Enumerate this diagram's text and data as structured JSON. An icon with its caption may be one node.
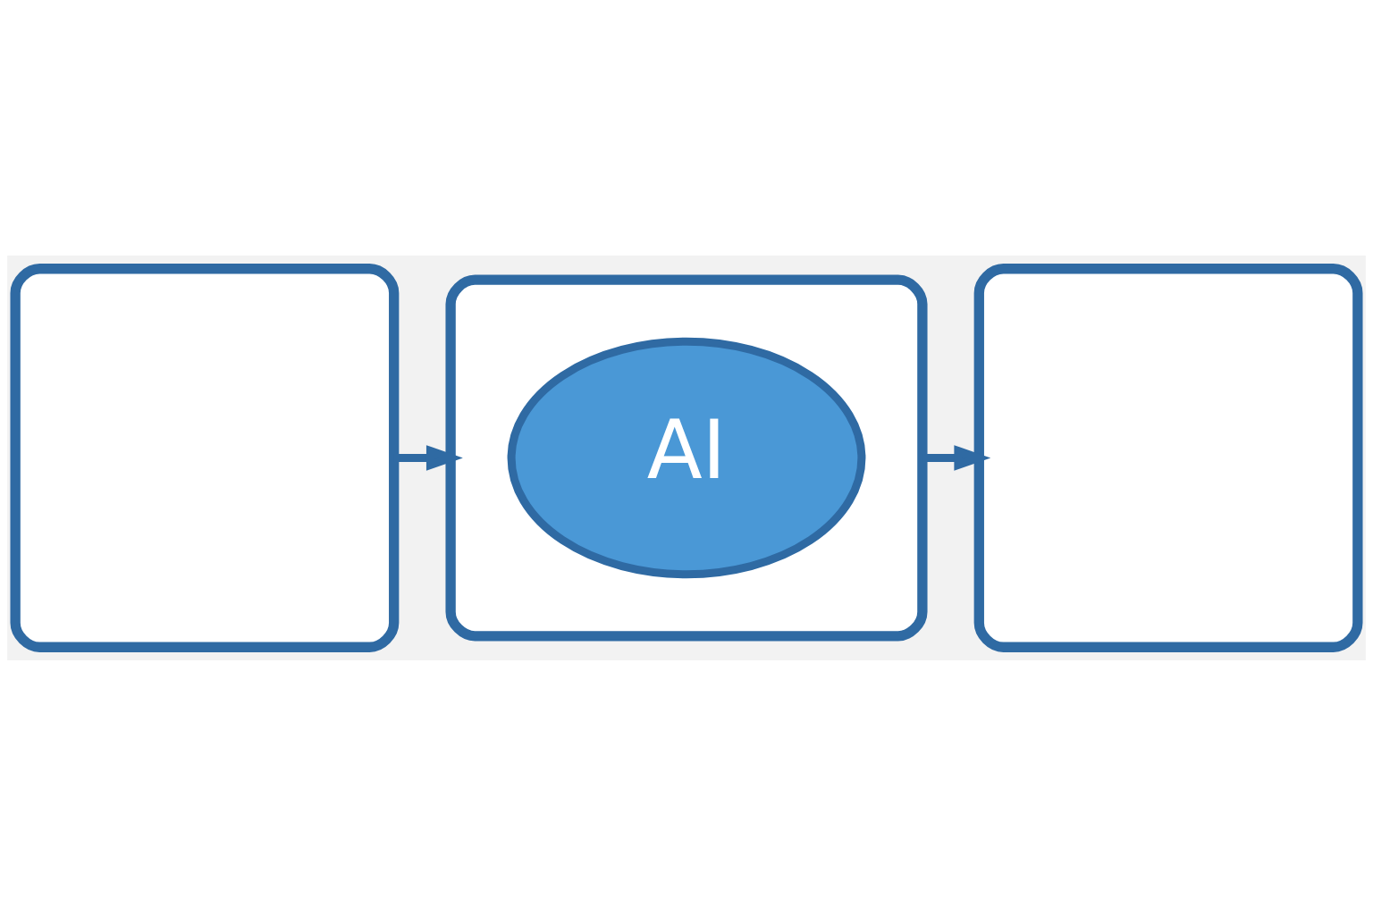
{
  "diagram": {
    "nodes": [
      {
        "text": [],
        "shape": "box"
      },
      {
        "text": [],
        "shape": "box"
      },
      {
        "text": [
          "AI"
        ],
        "in": 1
      },
      {
        "text": [],
        "shape": "box"
      }
    ],
    "edges": [
      {
        "from": 0,
        "to": 1,
        "arrow": "to"
      },
      {
        "from": 1,
        "to": 3,
        "arrow": "to"
      }
    ]
  }
}
